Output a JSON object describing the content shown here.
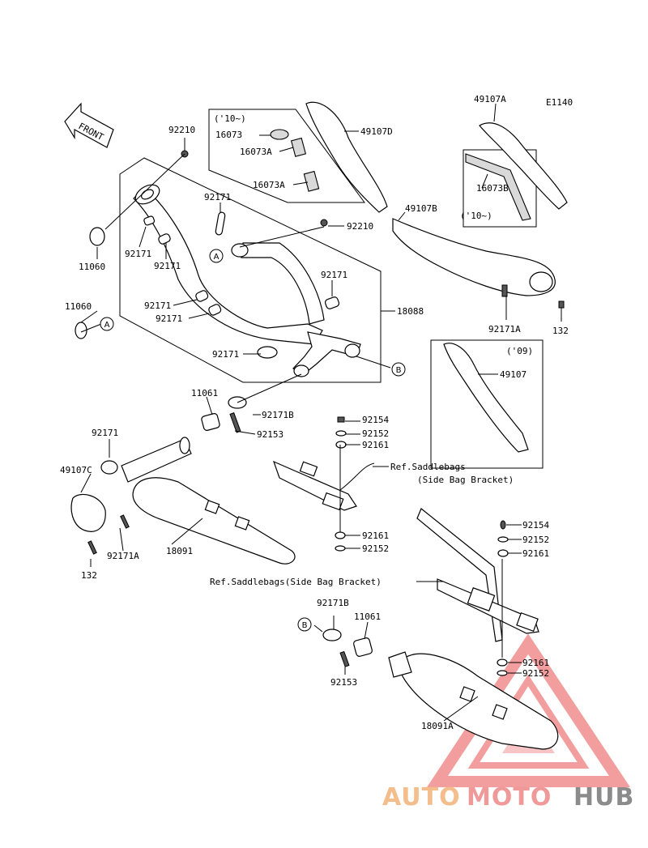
{
  "diagram_code": "E1140",
  "front_label": "FRONT",
  "labels": {
    "p92210_top": "92210",
    "p92210_mid": "92210",
    "p11060_a": "11060",
    "p11060_b": "11060",
    "p92171_a": "92171",
    "p92171_b": "92171",
    "p92171_c": "92171",
    "p92171_d": "92171",
    "p92171_e": "92171",
    "p92171_f": "92171",
    "p92171_g": "92171",
    "p92171_h": "92171",
    "p92171A_a": "92171A",
    "p92171A_b": "92171A",
    "p92171B_a": "92171B",
    "p92171B_b": "92171B",
    "p18088": "18088",
    "p18091": "18091",
    "p18091A": "18091A",
    "p11061_a": "11061",
    "p11061_b": "11061",
    "p92153_a": "92153",
    "p92153_b": "92153",
    "p49107C": "49107C",
    "p132_a": "132",
    "p132_b": "132",
    "p49107": "49107",
    "p49107A": "49107A",
    "p49107B": "49107B",
    "p49107D": "49107D",
    "p16073": "16073",
    "p16073A_a": "16073A",
    "p16073A_b": "16073A",
    "p16073B": "16073B",
    "p92154_a": "92154",
    "p92154_b": "92154",
    "p92152_a": "92152",
    "p92152_b": "92152",
    "p92152_c": "92152",
    "p92152_d": "92152",
    "p92161_a": "92161",
    "p92161_b": "92161",
    "p92161_c": "92161",
    "p92161_d": "92161",
    "year_10_a": "('10~)",
    "year_10_b": "('10~)",
    "year_09": "('09)",
    "ref_saddlebags_1a": "Ref.Saddlebags",
    "ref_saddlebags_1b": "(Side Bag Bracket)",
    "ref_saddlebags_2": "Ref.Saddlebags(Side Bag Bracket)"
  },
  "callouts": {
    "a": "A",
    "b": "B"
  },
  "watermark": {
    "auto": "AUTO",
    "moto": "MOTO",
    "hub": "HUB",
    "color_auto": "#f2b880",
    "color_moto": "#ee8f8f",
    "color_hub": "#7f7f7f",
    "triangle_color": "#ef7e7e"
  }
}
